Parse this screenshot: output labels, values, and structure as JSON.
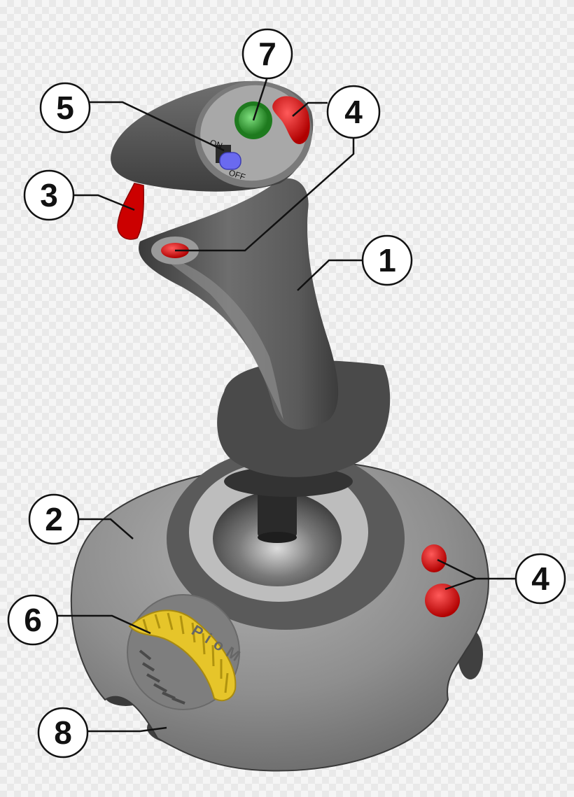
{
  "diagram": {
    "callouts": [
      {
        "id": "c1",
        "label": "1",
        "icon": "grip-handle"
      },
      {
        "id": "c2",
        "label": "2",
        "icon": "base"
      },
      {
        "id": "c3",
        "label": "3",
        "icon": "trigger"
      },
      {
        "id": "c4a",
        "label": "4",
        "icon": "red-button-head"
      },
      {
        "id": "c4b",
        "label": "4",
        "icon": "red-button-thumb"
      },
      {
        "id": "c4c",
        "label": "4",
        "icon": "red-buttons-base"
      },
      {
        "id": "c5",
        "label": "5",
        "icon": "on-off-switch"
      },
      {
        "id": "c6",
        "label": "6",
        "icon": "throttle-wheel"
      },
      {
        "id": "c7",
        "label": "7",
        "icon": "hat-button"
      },
      {
        "id": "c8",
        "label": "8",
        "icon": "suction-foot"
      }
    ],
    "switch": {
      "on_label": "ON",
      "off_label": "OFF"
    },
    "wheel_text": "PioM",
    "colors": {
      "body_dark": "#4a4a4a",
      "body_mid": "#6e6e6e",
      "base_light": "#9c9c9c",
      "red": "#d40000",
      "green": "#2e9c2e",
      "blue": "#6a6af0",
      "yellow": "#e6c52a"
    }
  }
}
